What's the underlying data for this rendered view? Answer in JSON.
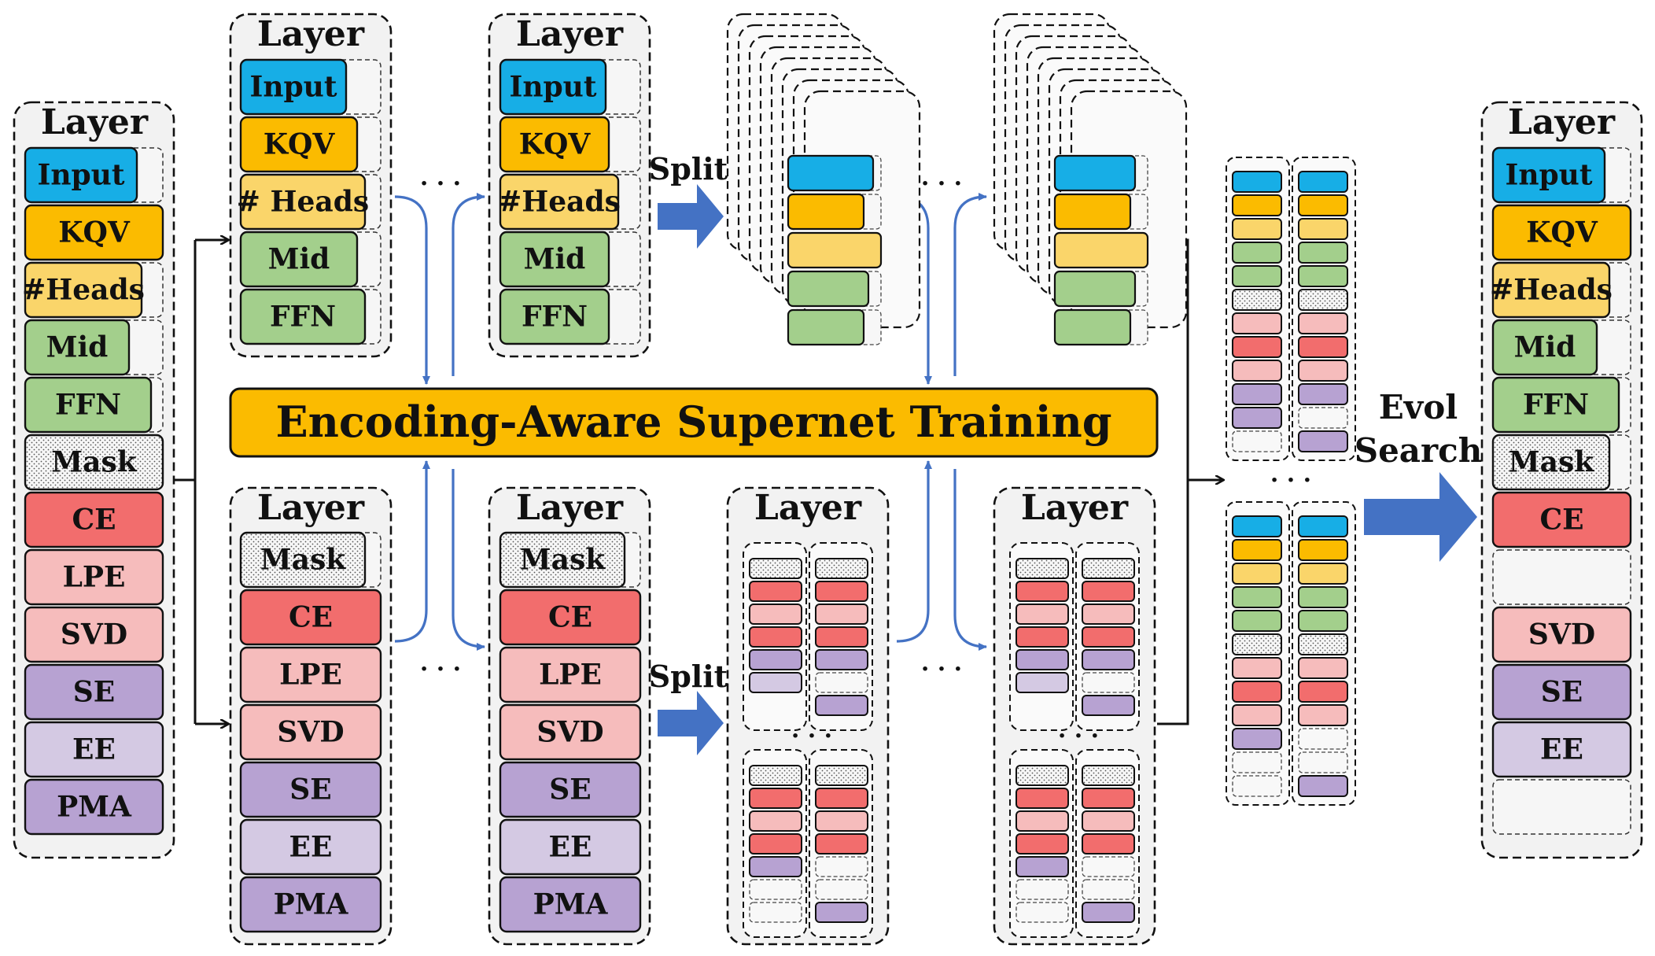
{
  "labels": {
    "layer": "Layer",
    "split": "Split",
    "banner": "Encoding-Aware Supernet Training",
    "evol_line1": "Evol",
    "evol_line2": "Search",
    "ellipsis": "· · ·"
  },
  "colors": {
    "input": "#17aee6",
    "kqv": "#fbbb00",
    "heads": "#fad56a",
    "mid": "#a3cf8c",
    "ffn": "#a3cf8c",
    "mask": "#f4f4f4",
    "ce": "#f26d6d",
    "lpe": "#f6bcbc",
    "svd": "#f6bcbc",
    "se": "#b7a2d2",
    "ee": "#d4c9e3",
    "pma": "#b7a2d2",
    "empty": "#f0f0f0",
    "arrow": "#4472c4",
    "banner": "#fbbb00",
    "panel": "#f2f2f2"
  },
  "full_layer": {
    "blocks": [
      {
        "key": "input",
        "label": "Input"
      },
      {
        "key": "kqv",
        "label": "KQV"
      },
      {
        "key": "heads",
        "label": "#Heads"
      },
      {
        "key": "mid",
        "label": "Mid"
      },
      {
        "key": "ffn",
        "label": "FFN"
      },
      {
        "key": "mask",
        "label": "Mask"
      },
      {
        "key": "ce",
        "label": "CE"
      },
      {
        "key": "lpe",
        "label": "LPE"
      },
      {
        "key": "svd",
        "label": "SVD"
      },
      {
        "key": "se",
        "label": "SE"
      },
      {
        "key": "ee",
        "label": "EE"
      },
      {
        "key": "pma",
        "label": "PMA"
      }
    ]
  },
  "top_layer_a": {
    "blocks": [
      {
        "key": "input",
        "label": "Input"
      },
      {
        "key": "kqv",
        "label": "KQV"
      },
      {
        "key": "heads",
        "label": "# Heads"
      },
      {
        "key": "mid",
        "label": "Mid"
      },
      {
        "key": "ffn",
        "label": "FFN"
      }
    ]
  },
  "top_layer_b": {
    "blocks": [
      {
        "key": "input",
        "label": "Input"
      },
      {
        "key": "kqv",
        "label": "KQV"
      },
      {
        "key": "heads",
        "label": "#Heads"
      },
      {
        "key": "mid",
        "label": "Mid"
      },
      {
        "key": "ffn",
        "label": "FFN"
      }
    ]
  },
  "bottom_layer_a": {
    "blocks": [
      {
        "key": "mask",
        "label": "Mask"
      },
      {
        "key": "ce",
        "label": "CE"
      },
      {
        "key": "lpe",
        "label": "LPE"
      },
      {
        "key": "svd",
        "label": "SVD"
      },
      {
        "key": "se",
        "label": "SE"
      },
      {
        "key": "ee",
        "label": "EE"
      },
      {
        "key": "pma",
        "label": "PMA"
      }
    ]
  },
  "bottom_layer_b": {
    "blocks": [
      {
        "key": "mask",
        "label": "Mask"
      },
      {
        "key": "ce",
        "label": "CE"
      },
      {
        "key": "lpe",
        "label": "LPE"
      },
      {
        "key": "svd",
        "label": "SVD"
      },
      {
        "key": "se",
        "label": "SE"
      },
      {
        "key": "ee",
        "label": "EE"
      },
      {
        "key": "pma",
        "label": "PMA"
      }
    ]
  },
  "final_layer": {
    "blocks": [
      {
        "key": "input",
        "label": "Input"
      },
      {
        "key": "kqv",
        "label": "KQV"
      },
      {
        "key": "heads",
        "label": "#Heads"
      },
      {
        "key": "mid",
        "label": "Mid"
      },
      {
        "key": "ffn",
        "label": "FFN"
      },
      {
        "key": "mask",
        "label": "Mask"
      },
      {
        "key": "ce",
        "label": "CE"
      },
      {
        "key": "empty",
        "label": ""
      },
      {
        "key": "svd",
        "label": "SVD"
      },
      {
        "key": "se",
        "label": "SE"
      },
      {
        "key": "ee",
        "label": "EE"
      },
      {
        "key": "empty",
        "label": ""
      }
    ]
  },
  "split_top_blocks": [
    "input",
    "kqv",
    "heads",
    "mid",
    "ffn"
  ],
  "sub_bottom_a": {
    "left": [
      "mask",
      "ce",
      "lpe",
      "ce",
      "se",
      "ee"
    ],
    "right": [
      "mask",
      "ce",
      "lpe",
      "ce",
      "se",
      "empty",
      "se"
    ]
  },
  "sub_bottom_b": {
    "left": [
      "mask",
      "ce",
      "lpe",
      "ce",
      "se",
      "empty",
      "empty"
    ],
    "right": [
      "mask",
      "ce",
      "lpe",
      "ce",
      "empty",
      "empty",
      "se"
    ]
  },
  "candidate_top": {
    "left": [
      "input",
      "kqv",
      "heads",
      "mid",
      "mid",
      "mask",
      "lpe",
      "ce",
      "lpe",
      "se",
      "se",
      "empty"
    ],
    "right": [
      "input",
      "kqv",
      "heads",
      "mid",
      "mid",
      "mask",
      "lpe",
      "ce",
      "lpe",
      "se",
      "empty",
      "se"
    ]
  },
  "candidate_bottom": {
    "left": [
      "input",
      "kqv",
      "heads",
      "mid",
      "mid",
      "mask",
      "lpe",
      "ce",
      "lpe",
      "se",
      "empty",
      "empty"
    ],
    "right": [
      "input",
      "kqv",
      "heads",
      "mid",
      "mid",
      "mask",
      "lpe",
      "ce",
      "lpe",
      "empty",
      "empty",
      "se"
    ]
  }
}
